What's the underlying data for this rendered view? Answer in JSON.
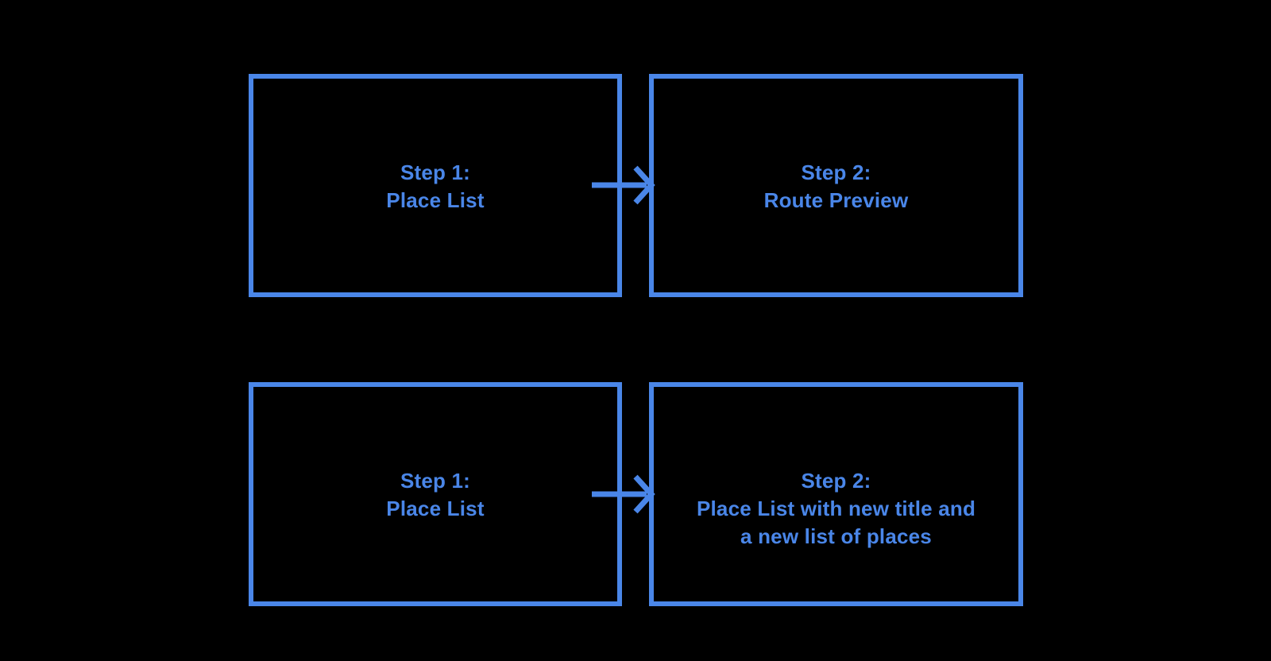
{
  "page": {
    "background_color": "#000000",
    "accent_color": "#4A86E8"
  },
  "diagram": {
    "flows": [
      {
        "step1": {
          "lines": [
            "Step 1:",
            "Place List"
          ]
        },
        "connector": "right-arrow",
        "step2": {
          "lines": [
            "Step 2:",
            "Route Preview"
          ]
        }
      },
      {
        "step1": {
          "lines": [
            "Step 1:",
            "Place List"
          ]
        },
        "connector": "right-arrow",
        "step2": {
          "lines": [
            "Step 2:",
            "Place List with new title and",
            "a new list of places"
          ]
        }
      }
    ]
  }
}
